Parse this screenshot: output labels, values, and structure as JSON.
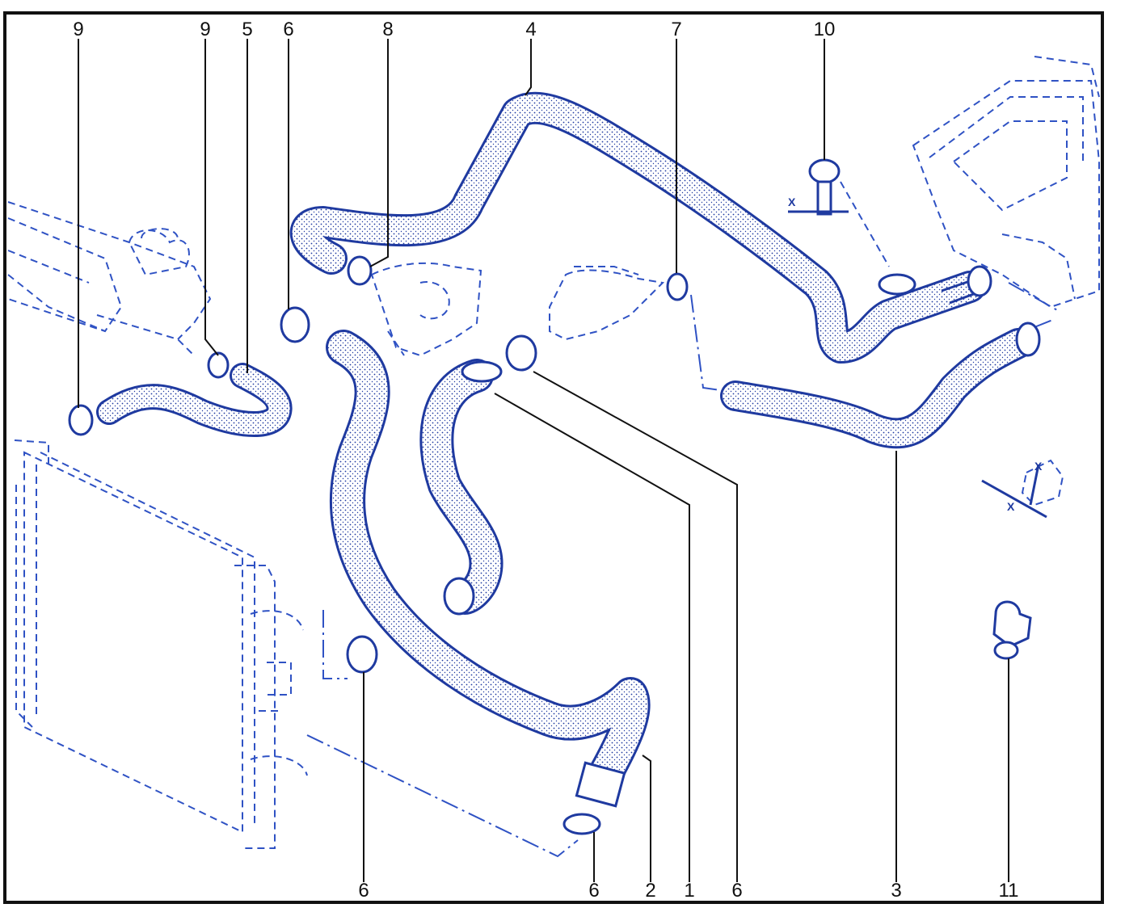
{
  "callouts": {
    "top": [
      "9",
      "9",
      "5",
      "6",
      "8",
      "4",
      "7",
      "10"
    ],
    "bottom": [
      "6",
      "6",
      "2",
      "1",
      "6",
      "3",
      "11"
    ]
  },
  "detail_labels": {
    "dim_x_top": "X",
    "dim_x_right": "X",
    "dim_x_right_small": "X"
  },
  "colors": {
    "line": "#1f3aa0",
    "frame": "#111111",
    "background": "#ffffff"
  }
}
